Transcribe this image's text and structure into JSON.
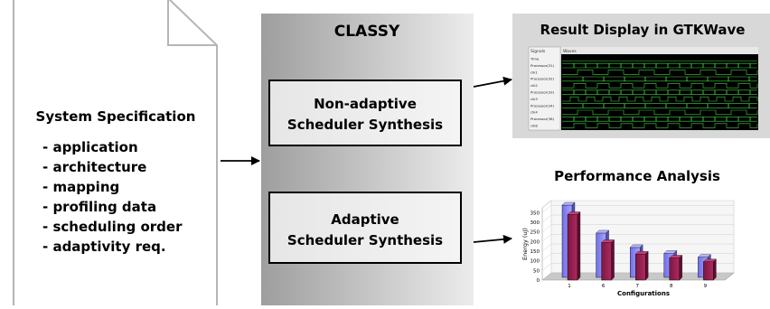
{
  "spec": {
    "title": "System Specification",
    "items": [
      "- application",
      "- architecture",
      "- mapping",
      "- profiling data",
      "- scheduling order",
      "- adaptivity req."
    ]
  },
  "tool": {
    "name": "CLASSY",
    "box1": [
      "Non-adaptive",
      "Scheduler Synthesis"
    ],
    "box2": [
      "Adaptive",
      "Scheduler Synthesis"
    ]
  },
  "gtkwave": {
    "title": "Result Display in GTKWave",
    "signals_header": "Signals",
    "waves_header": "Waves",
    "signals": [
      "Time",
      "Processor(31)",
      "clk1",
      "Processor(32)",
      "clk2",
      "Processor(33)",
      "clk3",
      "Processor(34)",
      "clk4",
      "Processor(38)",
      "clk8"
    ]
  },
  "perf": {
    "title": "Performance Analysis"
  },
  "chart_data": {
    "type": "bar",
    "categories": [
      "1",
      "6",
      "7",
      "8",
      "9"
    ],
    "series": [
      {
        "values": [
          375,
          230,
          155,
          125,
          105
        ]
      },
      {
        "values": [
          340,
          195,
          135,
          115,
          95
        ]
      }
    ],
    "ylabel": "Energy (uJ)",
    "xlabel": "Configurations",
    "yticks": [
      "0",
      "50",
      "100",
      "150",
      "200",
      "250",
      "300",
      "350"
    ],
    "ylim": [
      0,
      375
    ],
    "colors": [
      "#8888ee",
      "#992255"
    ]
  }
}
